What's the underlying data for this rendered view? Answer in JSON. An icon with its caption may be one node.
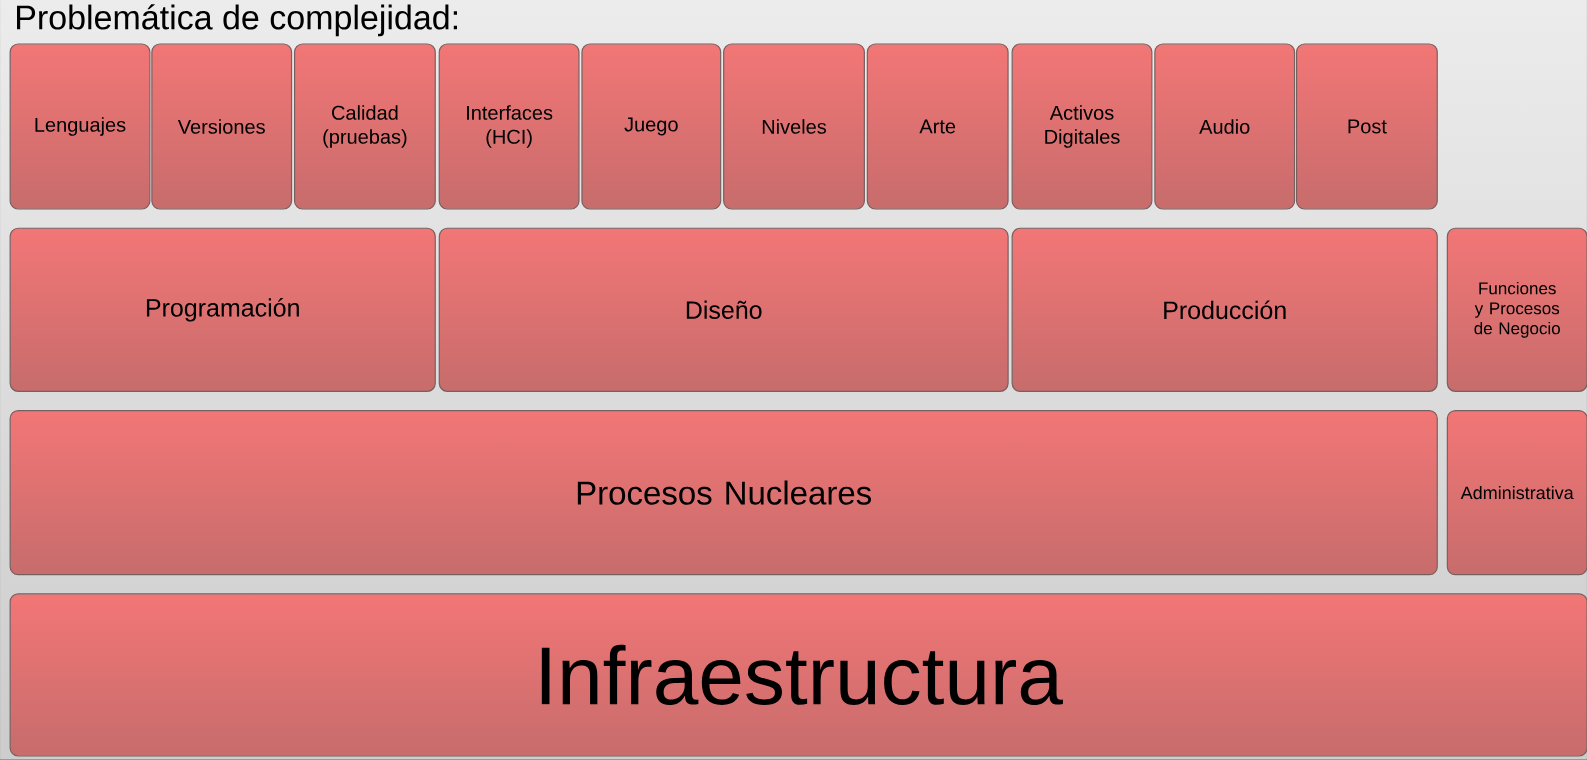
{
  "diagram": {
    "title": "Problemática de complejidad:",
    "nodes": [
      {
        "text": [
          "Lenguajes"
        ]
      },
      {
        "text": [
          "Versiones"
        ]
      },
      {
        "text": [
          "Calidad (pruebas)"
        ]
      },
      {
        "text": [
          "Interfaces (HCI)"
        ]
      },
      {
        "text": [
          "Juego"
        ]
      },
      {
        "text": [
          "Niveles"
        ]
      },
      {
        "text": [
          "Arte"
        ]
      },
      {
        "text": [
          "Activos Digitales"
        ]
      },
      {
        "text": [
          "Audio"
        ]
      },
      {
        "text": [
          "Post"
        ]
      },
      {
        "text": [
          "Programación"
        ]
      },
      {
        "text": [
          "Diseño"
        ]
      },
      {
        "text": [
          "Producción"
        ]
      },
      {
        "text": [
          "Funciones y Procesos de Negocio"
        ]
      },
      {
        "text": [
          "Procesos Nucleares"
        ]
      },
      {
        "text": [
          "Administrativa"
        ]
      },
      {
        "text": [
          "Infraestructura"
        ]
      }
    ]
  }
}
